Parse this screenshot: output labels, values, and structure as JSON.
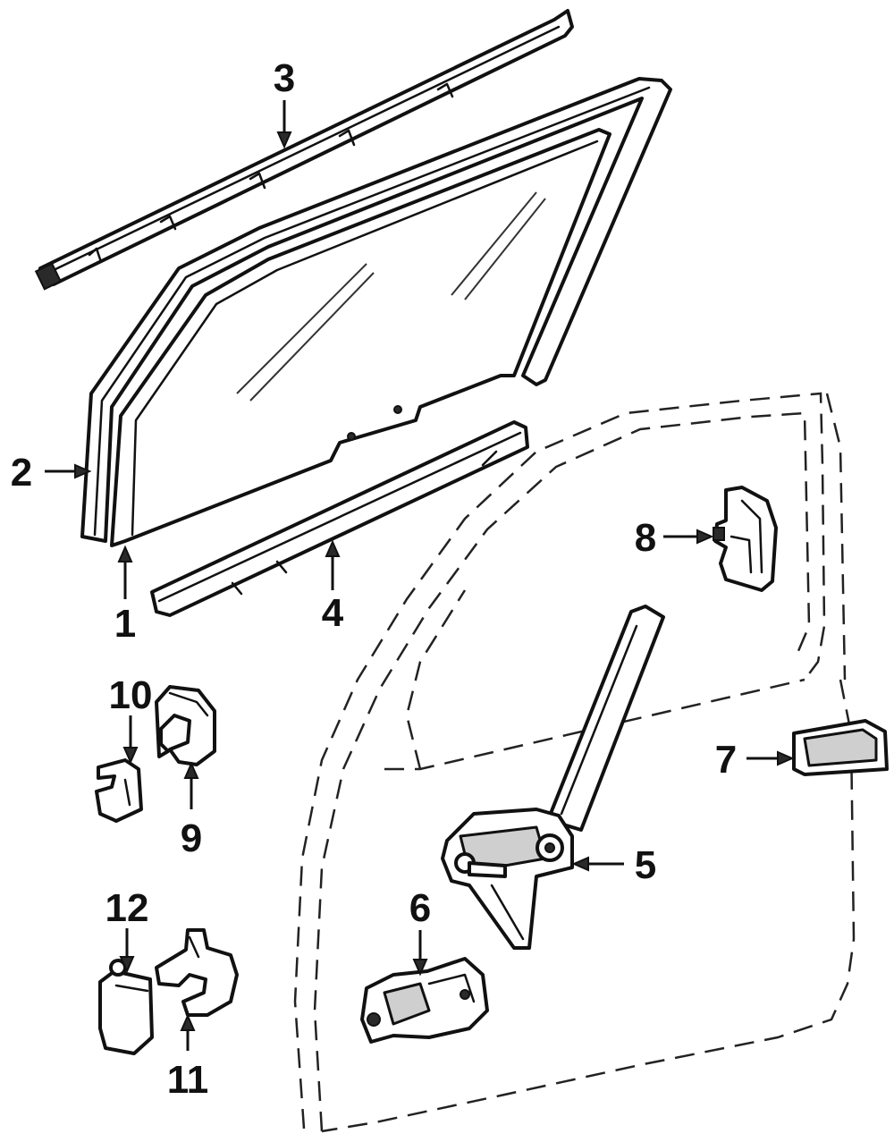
{
  "callouts": [
    {
      "id": "1",
      "label": "1",
      "part": "window-glass"
    },
    {
      "id": "2",
      "label": "2",
      "part": "glass-run-channel"
    },
    {
      "id": "3",
      "label": "3",
      "part": "outer-belt-weatherstrip"
    },
    {
      "id": "4",
      "label": "4",
      "part": "inner-belt-weatherstrip"
    },
    {
      "id": "5",
      "label": "5",
      "part": "window-regulator"
    },
    {
      "id": "6",
      "label": "6",
      "part": "regulator-motor"
    },
    {
      "id": "7",
      "label": "7",
      "part": "door-pull-handle"
    },
    {
      "id": "8",
      "label": "8",
      "part": "door-lock-actuator"
    },
    {
      "id": "9",
      "label": "9",
      "part": "upper-door-hinge"
    },
    {
      "id": "10",
      "label": "10",
      "part": "upper-hinge-pin"
    },
    {
      "id": "11",
      "label": "11",
      "part": "lower-door-hinge"
    },
    {
      "id": "12",
      "label": "12",
      "part": "lower-hinge-pin"
    }
  ],
  "colors": {
    "line": "#111111",
    "background": "#ffffff",
    "shade": "#cfcfcf"
  }
}
